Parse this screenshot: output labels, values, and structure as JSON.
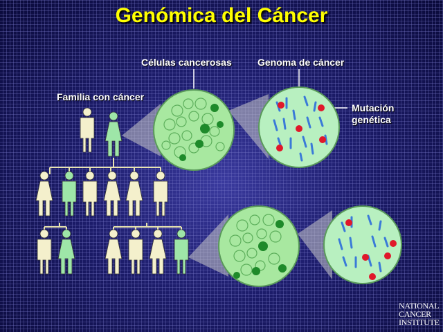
{
  "title": "Genómica del Cáncer",
  "labels": {
    "family": "Familia con cáncer",
    "cells": "Células cancerosas",
    "genome": "Genoma de cáncer",
    "mutation": "Mutación genética"
  },
  "logo": {
    "line1": "NATIONAL",
    "line2": "CANCER",
    "line3": "INSTITUTE"
  },
  "colors": {
    "title": "#ffff00",
    "healthy_person": "#f4f0cc",
    "affected_person": "#9ee6a8",
    "cell_circle": "#a8e8a0",
    "genome_circle": "#b8f0c0",
    "chromosome": "#3a7ad8",
    "mutation": "#e0182a"
  }
}
